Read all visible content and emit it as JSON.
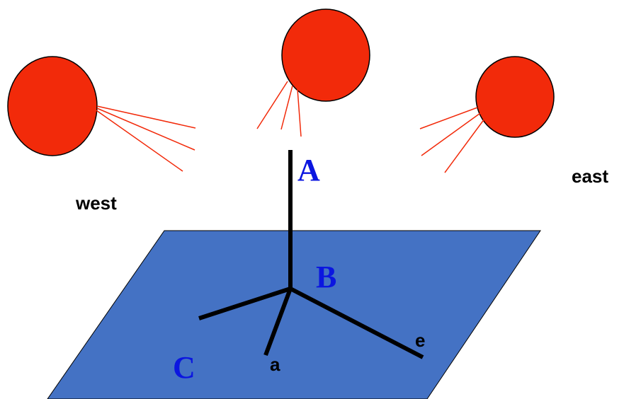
{
  "colors": {
    "sun_fill": "#f22a0a",
    "sun_stroke": "#000000",
    "ray": "#f22a0a",
    "plane_fill": "#4472c4",
    "plane_stroke": "#000000",
    "stick": "#000000",
    "serif_label": "#0b16e0",
    "sans_label": "#000000"
  },
  "labels": {
    "west": "west",
    "east": "east",
    "A": "A",
    "B": "B",
    "C": "C",
    "a": "a",
    "e": "e"
  }
}
